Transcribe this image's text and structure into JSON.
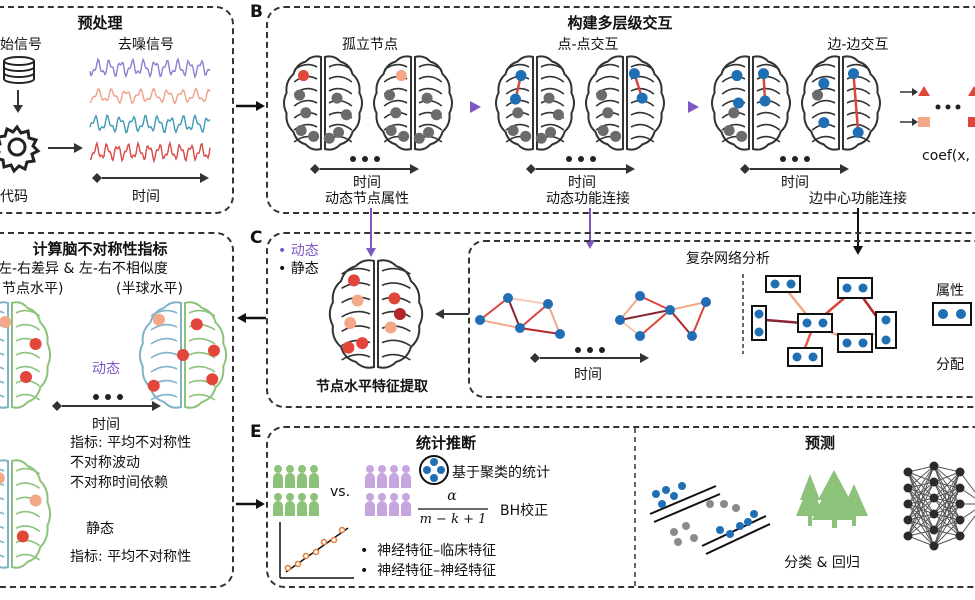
{
  "panel_a": {
    "title": "预处理",
    "raw_signal": "始信号",
    "denoised_signal": "去噪信号",
    "code": "代码",
    "time": "时间"
  },
  "panel_b": {
    "label": "B",
    "title": "构建多层级交互",
    "isolated_nodes": "孤立节点",
    "node_node": "点-点交互",
    "edge_edge": "边-边交互",
    "time": "时间",
    "dynamic_node_attr": "动态节点属性",
    "dynamic_func_conn": "动态功能连接",
    "edge_centric_conn": "边中心功能连接",
    "coef": "coef(x,"
  },
  "panel_c": {
    "label": "C",
    "dynamic": "动态",
    "static": "静态",
    "node_feature_extract": "节点水平特征提取",
    "complex_network": "复杂网络分析",
    "time": "时间",
    "attribute": "属性",
    "allocation": "分配"
  },
  "panel_d": {
    "title": "计算脑不对称性指标",
    "lr_diff": "左-右差异 & 左-右不相似度",
    "node_level": "节点水平)",
    "hemi_level": "(半球水平)",
    "dynamic": "动态",
    "time": "时间",
    "metric_dynamic": "指标: 平均不对称性",
    "fluctuation": "不对称波动",
    "time_dependence": "不对称时间依赖",
    "static": "静态",
    "metric_static": "指标: 平均不对称性"
  },
  "panel_e": {
    "label": "E",
    "stat_title": "统计推断",
    "vs": "vs.",
    "cluster_stat": "基于聚类的统计",
    "formula_num": "α",
    "formula_den": "m − k + 1",
    "bh": "BH校正",
    "bullet1": "神经特征–临床特征",
    "bullet2": "神经特征–神经特征",
    "pred_title": "预测",
    "classify": "分类 & 回归"
  },
  "colors": {
    "node_gray": "#6b6b6b",
    "node_red": "#e2463a",
    "node_salmon": "#f3a889",
    "node_blue": "#1f6fb5",
    "dark_red": "#b3262b",
    "purple": "#7e57c2",
    "green": "#8cc27a",
    "lavender": "#c7a6e0"
  }
}
